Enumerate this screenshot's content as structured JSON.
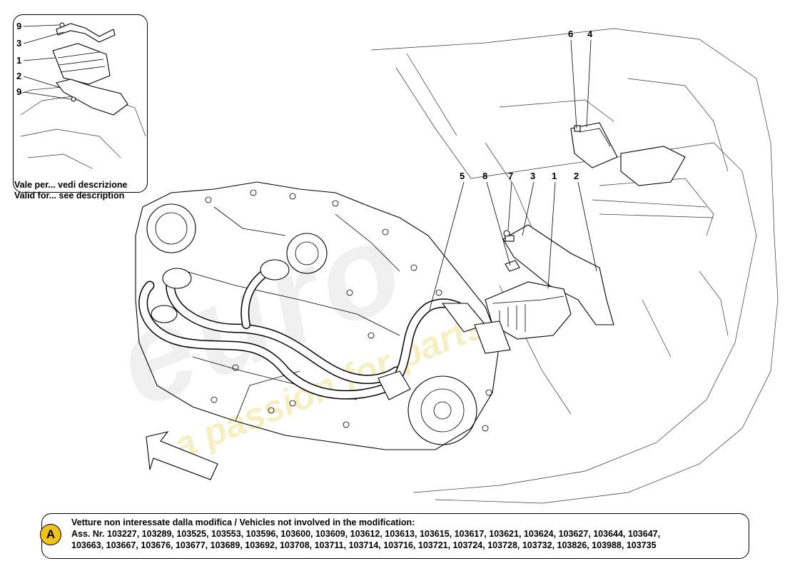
{
  "inset": {
    "caption_it": "Vale per... vedi descrizione",
    "caption_en": "Valid for... see description",
    "callouts": [
      "9",
      "3",
      "1",
      "2",
      "9"
    ]
  },
  "main_callouts": {
    "c6": "6",
    "c4": "4",
    "c5": "5",
    "c8": "8",
    "c7": "7",
    "c3": "3",
    "c1": "1",
    "c2": "2"
  },
  "note": {
    "badge": "A",
    "title": "Vetture non interessate dalla modifica / Vehicles not involved in the modification:",
    "line1": "Ass. Nr. 103227, 103289, 103525, 103553, 103596, 103600, 103609, 103612, 103613, 103615, 103617, 103621, 103624, 103627, 103644, 103647,",
    "line2": "103663, 103667, 103676, 103677, 103689, 103692, 103708, 103711, 103714, 103716, 103721, 103724, 103728, 103732, 103826, 103988, 103735"
  },
  "watermark": {
    "brand": "euro",
    "tagline": "a passion for parts"
  },
  "colors": {
    "badge": "#f2c21b",
    "line": "#000000",
    "background": "#ffffff"
  }
}
